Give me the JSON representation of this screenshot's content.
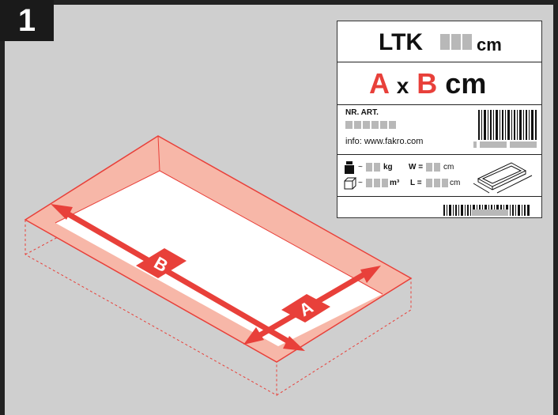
{
  "step": {
    "number": "1"
  },
  "box": {
    "label_a": "A",
    "label_b": "B"
  },
  "label": {
    "ltk": "LTK",
    "ltk_unit": "cm",
    "dim_a": "A",
    "dim_x": "x",
    "dim_b": "B",
    "dim_unit": "cm",
    "art_label": "NR. ART.",
    "info": "info: www.fakro.com",
    "weight_prefix": "~",
    "weight_unit": "kg",
    "w_label": "W =",
    "w_unit": "cm",
    "volume_prefix": "~",
    "volume_unit": "m³",
    "l_label": "L =",
    "l_unit": "cm"
  },
  "colors": {
    "accent": "#e8403a",
    "box_fill": "#f7b7a8",
    "background": "#cfcfcf",
    "frame": "#222222"
  }
}
